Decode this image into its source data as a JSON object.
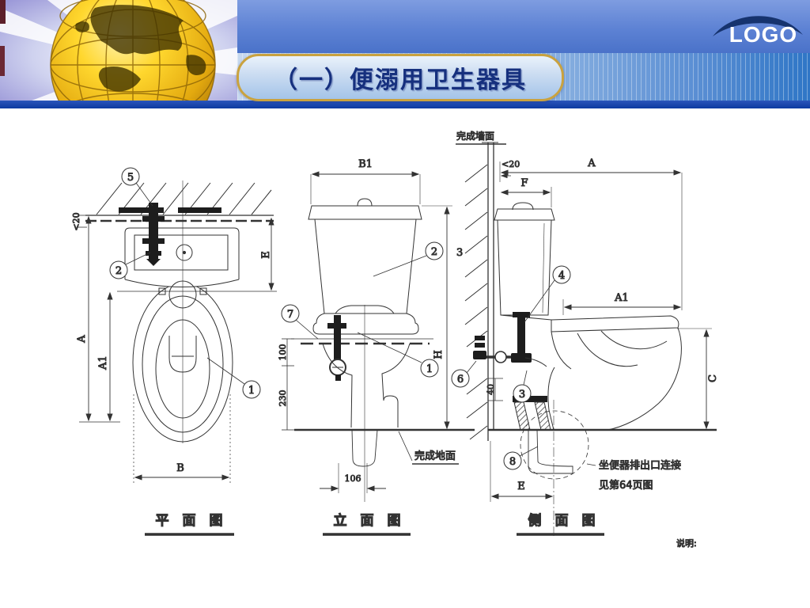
{
  "header": {
    "title": "（一）便溺用卫生器具",
    "logo": "LOGO"
  },
  "drawings": {
    "callouts": {
      "n1": "1",
      "n2": "2",
      "n3": "3",
      "n4": "4",
      "n5": "5",
      "n6": "6",
      "n7": "7",
      "n8": "8"
    },
    "dims": {
      "lt20": "<20",
      "A": "A",
      "A1": "A1",
      "B": "B",
      "B1": "B1",
      "E": "E",
      "F": "F",
      "C": "C",
      "H": "H",
      "three": "3",
      "d100": "100",
      "d230": "230",
      "d106": "106",
      "d40": "40"
    },
    "labels": {
      "finished_wall": "完成墙面",
      "finished_floor": "完成地面",
      "outlet_note_line1": "坐便器排出口连接",
      "outlet_note_line2": "见第64页图",
      "notes": "说明:"
    },
    "captions": {
      "plan": "平　面　图",
      "elevation": "立　面　图",
      "side": "侧　面　图"
    }
  }
}
